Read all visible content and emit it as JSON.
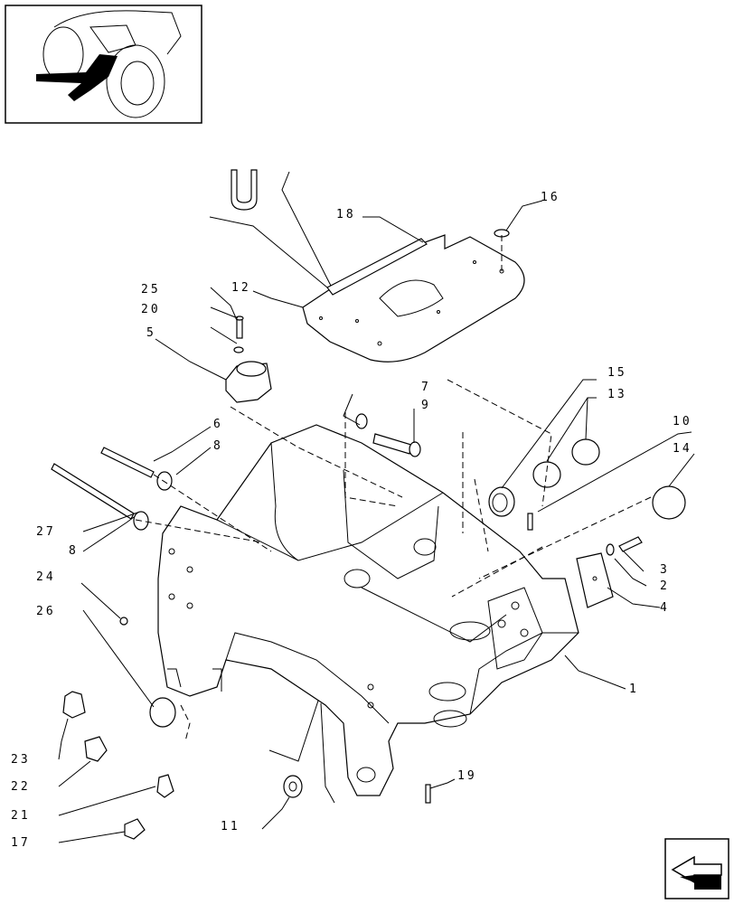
{
  "callouts": {
    "c1": "1",
    "c2": "2",
    "c3": "3",
    "c4": "4",
    "c5": "5",
    "c6": "6",
    "c7": "7",
    "c8a": "8",
    "c8b": "8",
    "c9": "9",
    "c10": "10",
    "c11": "11",
    "c12": "12",
    "c13": "13",
    "c14": "14",
    "c15": "15",
    "c16": "16",
    "c17": "17",
    "c18": "18",
    "c19": "19",
    "c20": "20",
    "c21": "21",
    "c22": "22",
    "c23": "23",
    "c24": "24",
    "c25": "25",
    "c26": "26",
    "c27": "27"
  },
  "icons": {
    "thumbnail": "tractor-location-thumbnail",
    "nav": "previous-page-arrow-icon"
  }
}
